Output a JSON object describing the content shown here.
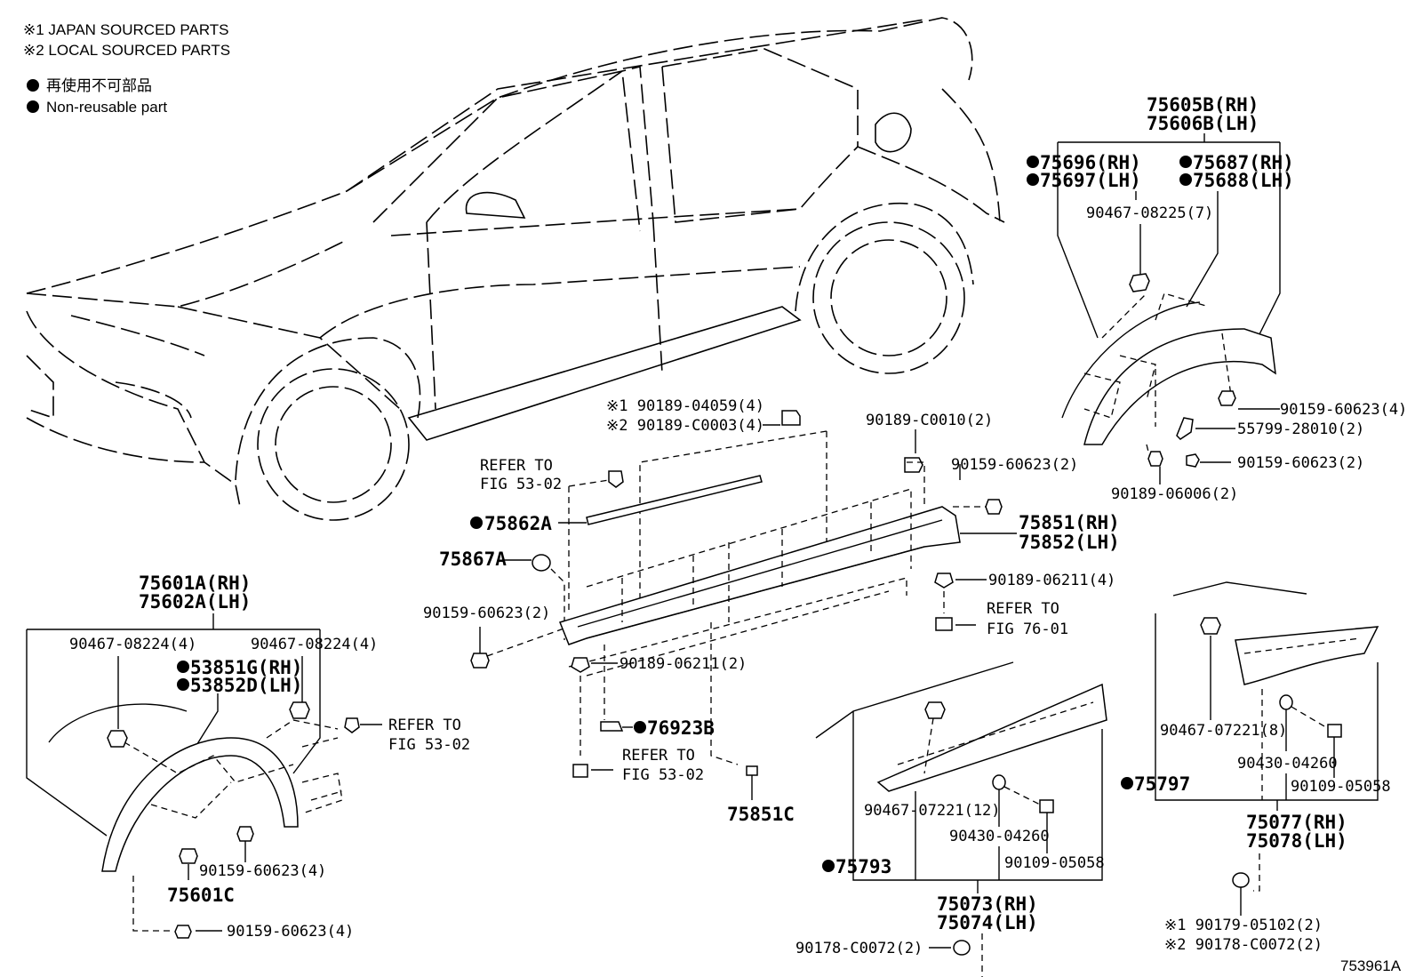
{
  "legend": {
    "japan": "※1 JAPAN SOURCED PARTS",
    "local": "※2 LOCAL SOURCED PARTS",
    "nonreuse_jp": "再使用不可部品",
    "nonreuse_en": "Non-reusable part"
  },
  "labels": {
    "rr_arch_rh": "75605B(RH)",
    "rr_arch_lh": "75606B(LH)",
    "p75696": "75696(RH)",
    "p75697": "75697(LH)",
    "p75687": "75687(RH)",
    "p75688": "75688(LH)",
    "c90467_08225": "90467-08225(7)",
    "s90159_60623_4_rr": "90159-60623(4)",
    "c55799": "55799-28010(2)",
    "s90159_60623_2_rr": "90159-60623(2)",
    "c90189_06006": "90189-06006(2)",
    "j1_90189_04059": "※1 90189-04059(4)",
    "j2_90189_c0003": "※2 90189-C0003(4)",
    "refer_to_a": "REFER TO",
    "fig_53_02_a": "FIG 53-02",
    "p75862A": "75862A",
    "p75867A": "75867A",
    "s90159_60623_2_mid": "90159-60623(2)",
    "c90189_c0010": "90189-C0010(2)",
    "s90159_60623_2_top": "90159-60623(2)",
    "rocker_rh": "75851(RH)",
    "rocker_lh": "75852(LH)",
    "c90189_06211_4": "90189-06211(4)",
    "refer_to_b": "REFER TO",
    "fig_76_01": "FIG 76-01",
    "c90189_06211_2": "90189-06211(2)",
    "p76923B": "76923B",
    "refer_to_c": "REFER TO",
    "fig_53_02_c": "FIG 53-02",
    "p75851C": "75851C",
    "fr_arch_rh": "75601A(RH)",
    "fr_arch_lh": "75602A(LH)",
    "c90467_08224_l": "90467-08224(4)",
    "c90467_08224_r": "90467-08224(4)",
    "p53851G": "53851G(RH)",
    "p53852D": "53852D(LH)",
    "refer_to_d": "REFER TO",
    "fig_53_02_d": "FIG 53-02",
    "s90159_60623_4_fr": "90159-60623(4)",
    "p75601C": "75601C",
    "s90159_60623_4_bot": "90159-60623(4)",
    "c90467_07221_12": "90467-07221(12)",
    "w90430_04260_a": "90430-04260",
    "b90109_05058_a": "90109-05058",
    "p75793": "75793",
    "fr_door_rh": "75073(RH)",
    "fr_door_lh": "75074(LH)",
    "n90178_c0072": "90178-C0072(2)",
    "c90467_07221_8": "90467-07221(8)",
    "w90430_04260_b": "90430-04260",
    "b90109_05058_b": "90109-05058",
    "p75797": "75797",
    "rr_door_rh": "75077(RH)",
    "rr_door_lh": "75078(LH)",
    "j1_90179": "※1 90179-05102(2)",
    "j2_90178": "※2 90178-C0072(2)",
    "fig_id": "753961A"
  }
}
